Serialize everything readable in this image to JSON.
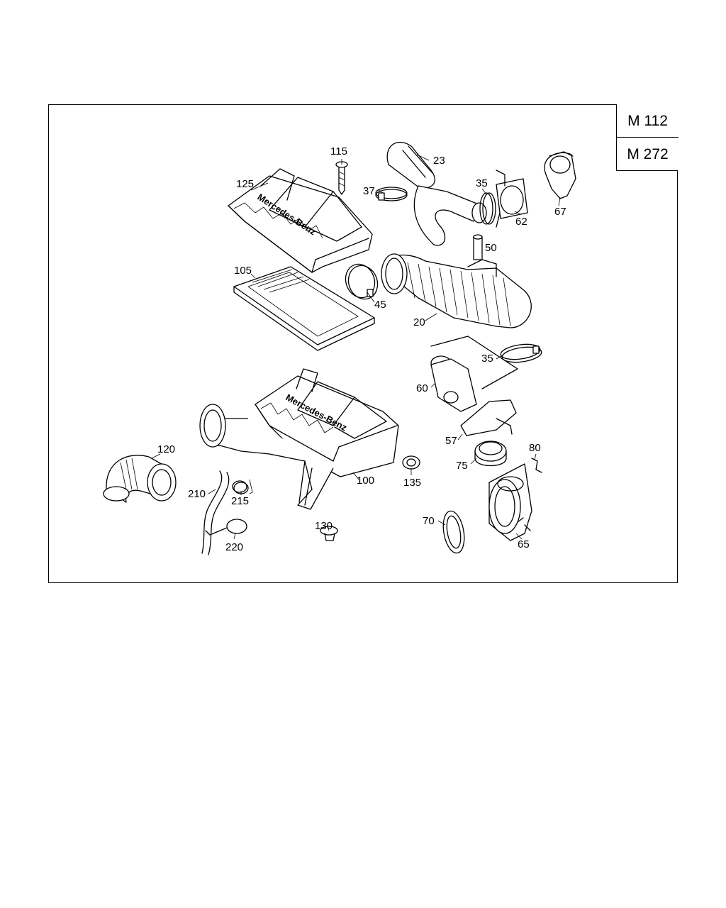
{
  "engine_codes": [
    "M 112",
    "M 272"
  ],
  "brand_text": "Mercedes-Benz",
  "part_labels": {
    "p115": "115",
    "p23": "23",
    "p125": "125",
    "p37": "37",
    "p35a": "35",
    "p67": "67",
    "p62": "62",
    "p50": "50",
    "p105": "105",
    "p45": "45",
    "p20": "20",
    "p35b": "35",
    "p60": "60",
    "p57": "57",
    "p80": "80",
    "p75": "75",
    "p120": "120",
    "p210": "210",
    "p215": "215",
    "p100": "100",
    "p135": "135",
    "p130": "130",
    "p70": "70",
    "p65": "65",
    "p220": "220"
  }
}
